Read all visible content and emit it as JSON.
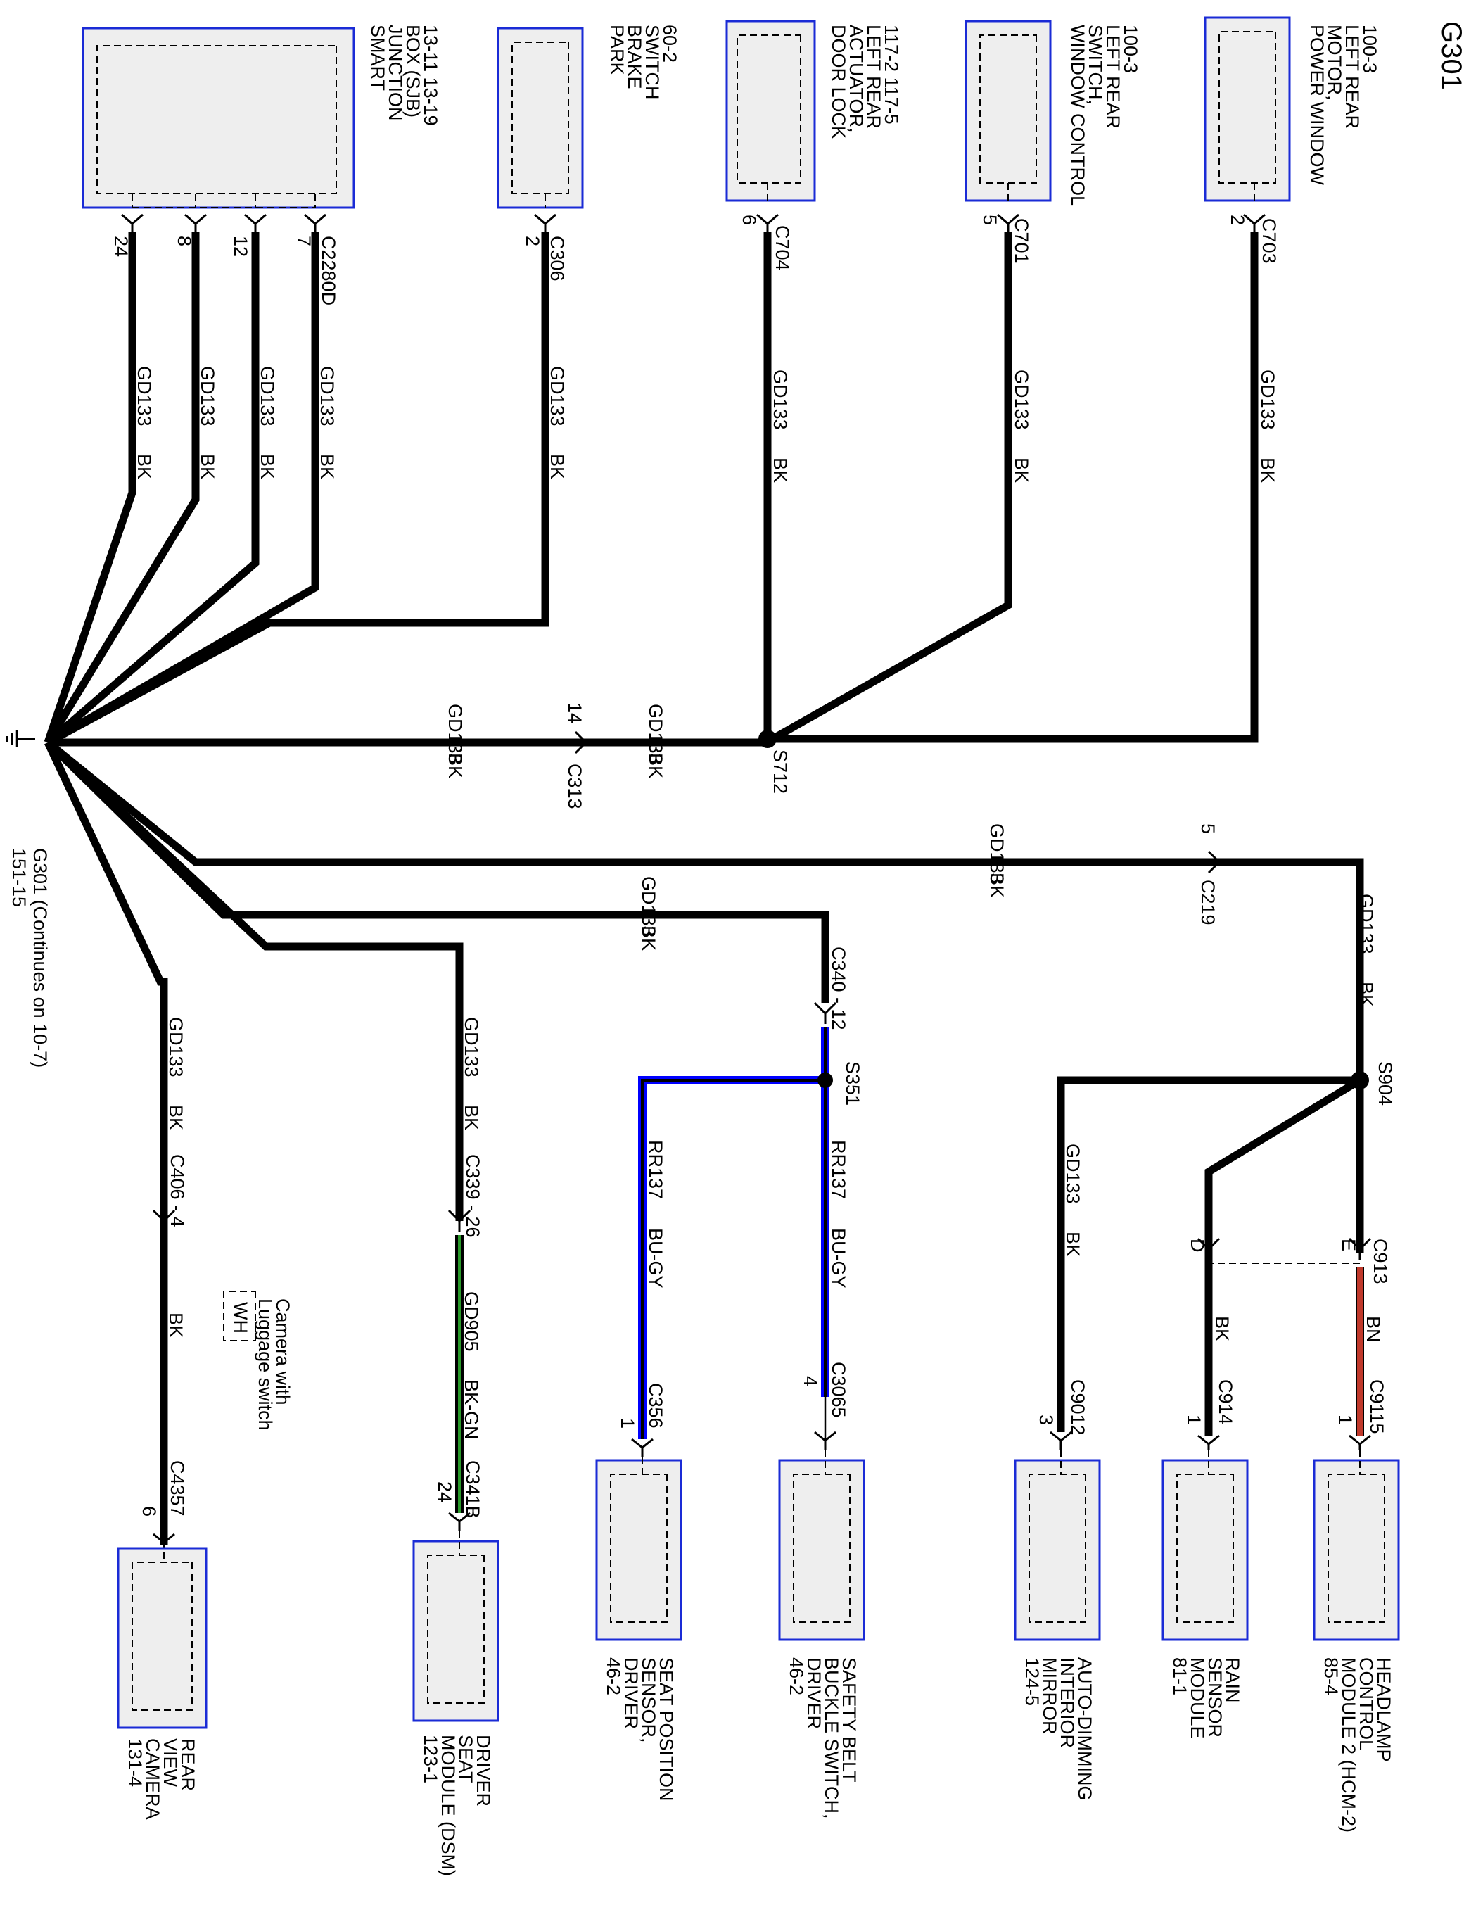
{
  "diagram": {
    "ground_id": "G301",
    "ground_label_1": "G301  (Continues on 10-7)",
    "ground_label_2": "151-15",
    "wire_gd133": "GD133",
    "color_bk": "BK",
    "components": {
      "sjb": {
        "lines": [
          "SMART",
          "JUNCTION",
          "BOX (SJB)",
          "13-11   13-19"
        ],
        "connector": "C2280D",
        "pins": [
          "24",
          "8",
          "12",
          "7"
        ]
      },
      "park_brake": {
        "lines": [
          "PARK",
          "BRAKE",
          "SWITCH",
          "60-2"
        ],
        "connector": "C306",
        "pin": "2"
      },
      "door_lock": {
        "lines": [
          "DOOR LOCK",
          "ACTUATOR,",
          "LEFT REAR",
          "117-2   117-5"
        ],
        "connector": "C704",
        "pin": "6"
      },
      "window_switch": {
        "lines": [
          "WINDOW CONTROL",
          "SWITCH,",
          "LEFT REAR",
          "100-3"
        ],
        "connector": "C701",
        "pin": "5"
      },
      "window_motor": {
        "lines": [
          "POWER WINDOW",
          "MOTOR,",
          "LEFT REAR",
          "100-3"
        ],
        "connector": "C703",
        "pin": "2"
      },
      "hcm2": {
        "lines": [
          "HEADLAMP",
          "CONTROL",
          "MODULE 2 (HCM-2)",
          "85-4"
        ],
        "connector": "C9115",
        "pin": "1",
        "wire_color": "BN"
      },
      "rain_sensor": {
        "lines": [
          "RAIN",
          "SENSOR",
          "MODULE",
          "81-1"
        ],
        "connector": "C914",
        "pin": "1",
        "wire_color": "BK"
      },
      "mirror": {
        "lines": [
          "AUTO-DIMMING",
          "INTERIOR",
          "MIRROR",
          "124-5"
        ],
        "connector": "C9012",
        "pin": "3"
      },
      "seatbelt": {
        "lines": [
          "SAFETY BELT",
          "BUCKLE SWITCH,",
          "DRIVER",
          "46-2"
        ],
        "connector": "C3065",
        "pin": "4"
      },
      "seat_position": {
        "lines": [
          "SEAT POSITION",
          "SENSOR,",
          "DRIVER",
          "46-2"
        ],
        "connector": "C356",
        "pin": "1"
      },
      "dsm": {
        "lines": [
          "DRIVER",
          "SEAT",
          "MODULE (DSM)",
          "123-1"
        ],
        "connector": "C341B",
        "pin": "24"
      },
      "camera": {
        "lines": [
          "REAR",
          "VIEW",
          "CAMERA",
          "131-4"
        ],
        "connector": "C4357",
        "pin": "6"
      }
    },
    "inline": {
      "c313": {
        "name": "C313",
        "pin": "14"
      },
      "c219": {
        "name": "C219",
        "pin": "5"
      },
      "c340": "C340  -  12",
      "c913": {
        "name": "C913",
        "pin_e": "E",
        "pin_d": "D"
      },
      "c339": "C339  -  26",
      "c406": "C406  -  4"
    },
    "splices": [
      "S712",
      "S904",
      "S351"
    ],
    "wire_rr137": "RR137",
    "color_bugy": "BU-GY",
    "wire_gd905": "GD905",
    "color_bkgn": "BK-GN",
    "note": {
      "lines": [
        "Camera with",
        "Luggage switch"
      ],
      "alt_color": "WH"
    }
  }
}
